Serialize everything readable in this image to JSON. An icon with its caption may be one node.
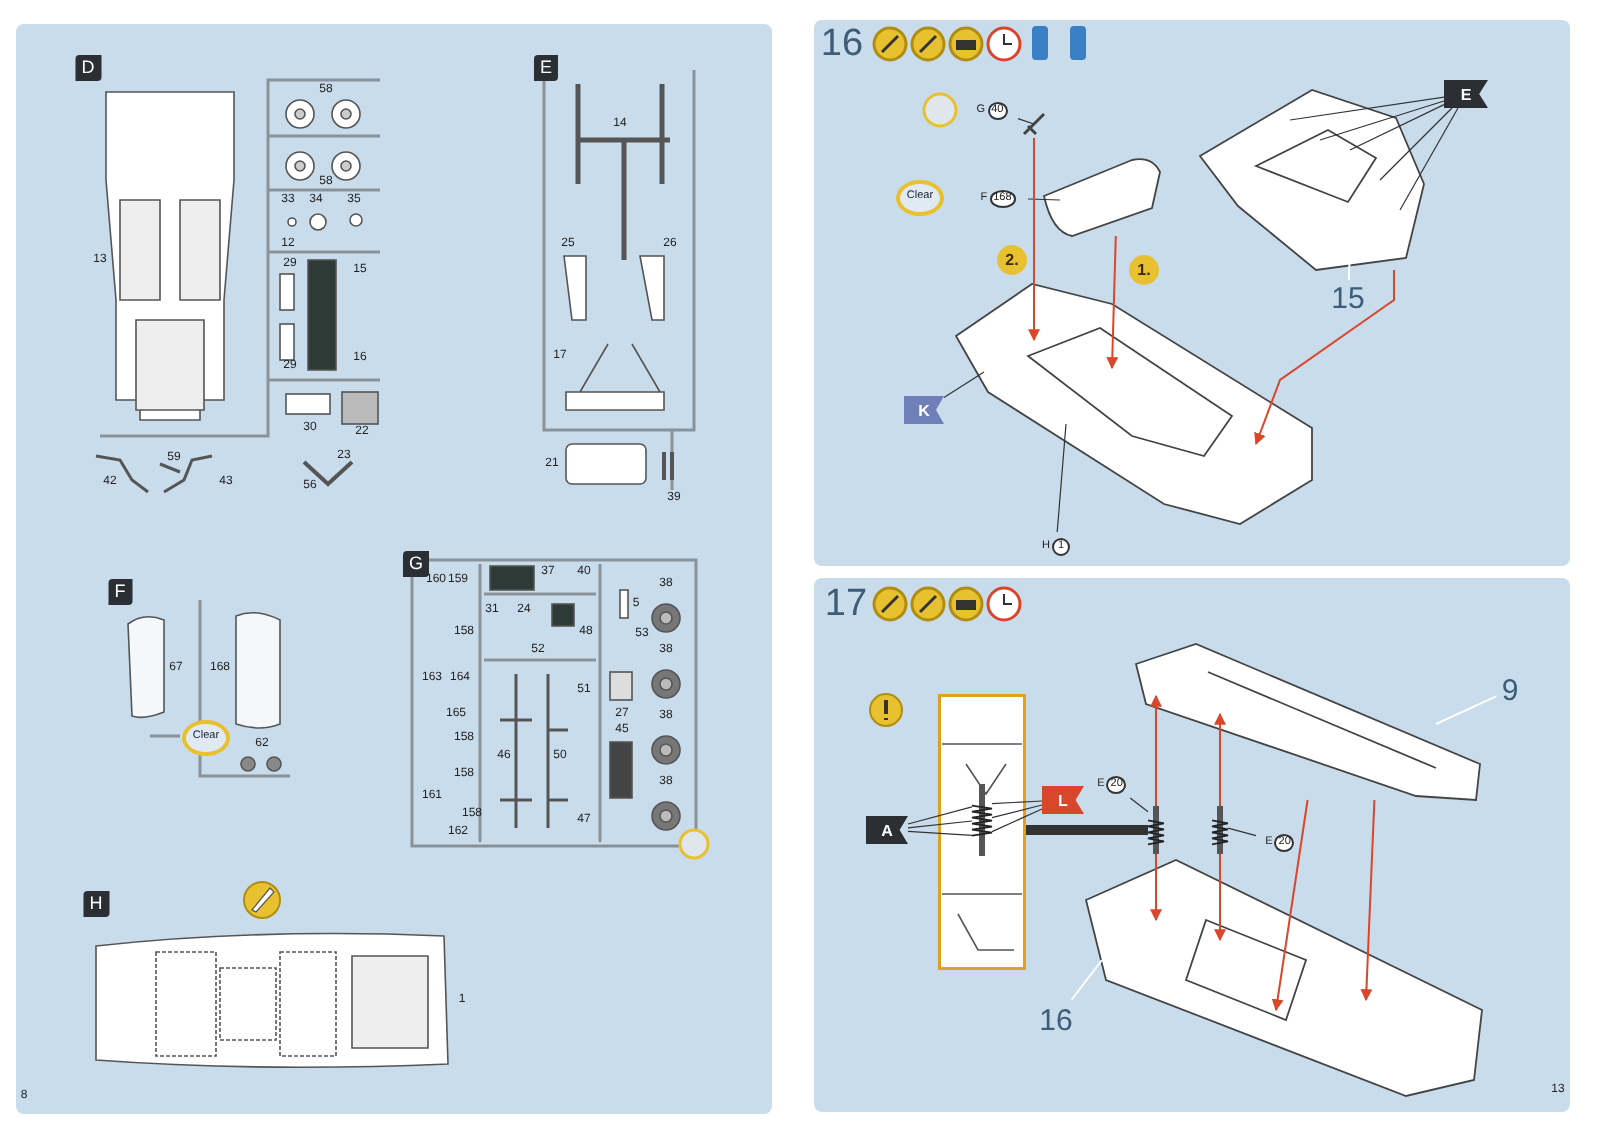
{
  "diagram": {
    "nodes": [
      {
        "text": [
          "G",
          "40"
        ]
      },
      {
        "text": [],
        "shape": "picture"
      },
      {
        "text": [
          "F",
          "168"
        ]
      },
      {
        "text": [],
        "shape": "picture"
      },
      {
        "text": [],
        "shape": "picture"
      },
      {
        "text": [
          "15"
        ]
      },
      {
        "text": [
          "E"
        ]
      },
      {
        "text": [],
        "shape": "picture"
      },
      {
        "text": [
          "K"
        ]
      },
      {
        "text": [
          "H",
          "1"
        ]
      },
      {
        "text": [],
        "shape": "box"
      },
      {
        "text": [
          "A"
        ]
      },
      {
        "text": [
          "L"
        ]
      },
      {
        "text": [],
        "shape": "picture"
      },
      {
        "text": [
          "9"
        ]
      },
      {
        "text": [],
        "shape": "picture"
      },
      {
        "text": [
          "16"
        ]
      },
      {
        "text": [
          "E",
          "20"
        ]
      },
      {
        "text": [
          "E",
          "20"
        ]
      },
      {
        "text": [],
        "shape": "picture"
      },
      {
        "text": [],
        "shape": "picture"
      },
      {
        "text": [],
        "shape": "picture",
        "in": 10
      }
    ],
    "edges": [
      {
        "from": 0,
        "to": 1,
        "arrow": "none"
      },
      {
        "from": 2,
        "to": 3,
        "arrow": "none"
      },
      {
        "from": 5,
        "to": 4,
        "arrow": "none",
        "color": "#ffffff"
      },
      {
        "from": 6,
        "to": 4,
        "arrow": "none"
      },
      {
        "from": 6,
        "to": 4,
        "arrow": "none"
      },
      {
        "from": 6,
        "to": 4,
        "arrow": "none"
      },
      {
        "from": 6,
        "to": 4,
        "arrow": "none"
      },
      {
        "from": 6,
        "to": 4,
        "arrow": "none"
      },
      {
        "from": 8,
        "to": 7,
        "arrow": "none"
      },
      {
        "from": 9,
        "to": 7,
        "arrow": "none"
      },
      {
        "from": 1,
        "to": 7,
        "arrow": "to",
        "label": "2.",
        "color": "#d9472b"
      },
      {
        "from": 3,
        "to": 7,
        "arrow": "to",
        "label": "1.",
        "color": "#d9472b"
      },
      {
        "from": 4,
        "to": 7,
        "arrow": "to",
        "color": "#d9472b"
      },
      {
        "from": 14,
        "to": 13,
        "arrow": "none",
        "color": "#ffffff"
      },
      {
        "from": 16,
        "to": 15,
        "arrow": "none",
        "color": "#ffffff"
      },
      {
        "from": 17,
        "to": 19,
        "arrow": "none"
      },
      {
        "from": 18,
        "to": 20,
        "arrow": "none"
      },
      {
        "from": 11,
        "to": 21,
        "arrow": "none"
      },
      {
        "from": 11,
        "to": 21,
        "arrow": "none"
      },
      {
        "from": 11,
        "to": 21,
        "arrow": "none"
      },
      {
        "from": 12,
        "to": 21,
        "arrow": "none"
      },
      {
        "from": 12,
        "to": 21,
        "arrow": "none"
      },
      {
        "from": 12,
        "to": 21,
        "arrow": "none"
      },
      {
        "from": 19,
        "to": 10,
        "arrow": "none",
        "style": "thick"
      },
      {
        "from": 19,
        "to": 13,
        "arrow": "to",
        "color": "#d9472b"
      },
      {
        "from": 19,
        "to": 15,
        "arrow": "to",
        "color": "#d9472b"
      },
      {
        "from": 20,
        "to": 13,
        "arrow": "to",
        "color": "#d9472b"
      },
      {
        "from": 20,
        "to": 15,
        "arrow": "to",
        "color": "#d9472b"
      },
      {
        "from": 13,
        "to": 15,
        "arrow": "to",
        "color": "#d9472b"
      },
      {
        "from": 13,
        "to": 15,
        "arrow": "to",
        "color": "#d9472b"
      }
    ],
    "labels": [
      "D",
      "58",
      "58",
      "33",
      "34",
      "35",
      "12",
      "13",
      "29",
      "29",
      "15",
      "16",
      "30",
      "22",
      "59",
      "23",
      "42",
      "43",
      "56",
      "E",
      "14",
      "25",
      "26",
      "17",
      "21",
      "39",
      "G",
      "160",
      "159",
      "37",
      "40",
      "38",
      "F",
      "5",
      "31",
      "24",
      "158",
      "48",
      "53",
      "52",
      "38",
      "67",
      "168",
      "163",
      "164",
      "51",
      "165",
      "27",
      "38",
      "45",
      "Clear",
      "62",
      "158",
      "46",
      "50",
      "158",
      "38",
      "161",
      "158",
      "47",
      "162",
      "H",
      "1",
      "8",
      "16",
      "17",
      "13",
      "Clear"
    ]
  }
}
